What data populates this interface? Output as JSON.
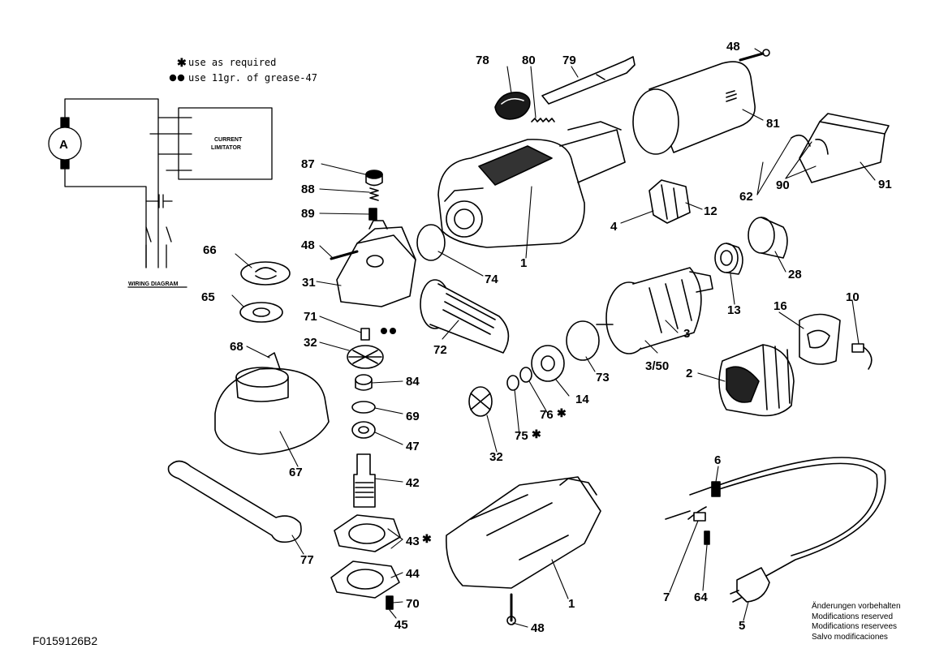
{
  "legend": {
    "as_required": "use as required",
    "grease": "use 11gr. of grease-47"
  },
  "wiring": {
    "motor_label": "A",
    "limiter_line1": "CURRENT",
    "limiter_line2": "LIMITATOR",
    "caption": "WIRING DIAGRAM"
  },
  "labels": {
    "p78": "78",
    "p80": "80",
    "p79": "79",
    "p48a": "48",
    "p81": "81",
    "p87": "87",
    "p88": "88",
    "p89": "89",
    "p48b": "48",
    "p66": "66",
    "p31": "31",
    "p65": "65",
    "p71": "71",
    "p32a": "32",
    "p68": "68",
    "p84": "84",
    "p69": "69",
    "p47": "47",
    "p67": "67",
    "p42": "42",
    "p43": "43",
    "p44": "44",
    "p70": "70",
    "p45": "45",
    "p77": "77",
    "p74": "74",
    "p1a": "1",
    "p72": "72",
    "p73": "73",
    "p76": "76",
    "p75": "75",
    "p32b": "32",
    "p14": "14",
    "p90": "90",
    "p62": "62",
    "p91": "91",
    "p4": "4",
    "p12": "12",
    "p28": "28",
    "p13": "13",
    "p3": "3",
    "p350": "3/50",
    "p16": "16",
    "p10": "10",
    "p2": "2",
    "p6": "6",
    "p7": "7",
    "p64": "64",
    "p5": "5",
    "p1b": "1",
    "p48c": "48"
  },
  "notice": {
    "line1": "Änderungen vorbehalten",
    "line2": "Modifications reserved",
    "line3": "Modifications reservees",
    "line4": "Salvo modificaciones"
  },
  "doc_id": "F0159126B2"
}
